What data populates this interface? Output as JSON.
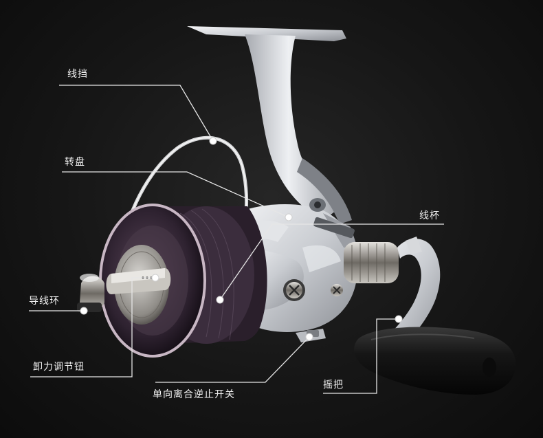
{
  "colors": {
    "background": "#141414",
    "label_text": "#f2f2f2",
    "leader_line": "#e6e6e6",
    "spool_purple": "#3a2a3a",
    "body_silver": "#cfd2d6",
    "knob_black": "#1a1a1a"
  },
  "callouts": [
    {
      "id": "line-roller-bail",
      "label": "线挡"
    },
    {
      "id": "rotor",
      "label": "转盘"
    },
    {
      "id": "spool-cup",
      "label": "线杯"
    },
    {
      "id": "line-guide",
      "label": "导线环"
    },
    {
      "id": "drag-knob",
      "label": "卸力调节钮"
    },
    {
      "id": "anti-reverse-switch",
      "label": "单向离合逆止开关"
    },
    {
      "id": "handle",
      "label": "摇把"
    }
  ]
}
